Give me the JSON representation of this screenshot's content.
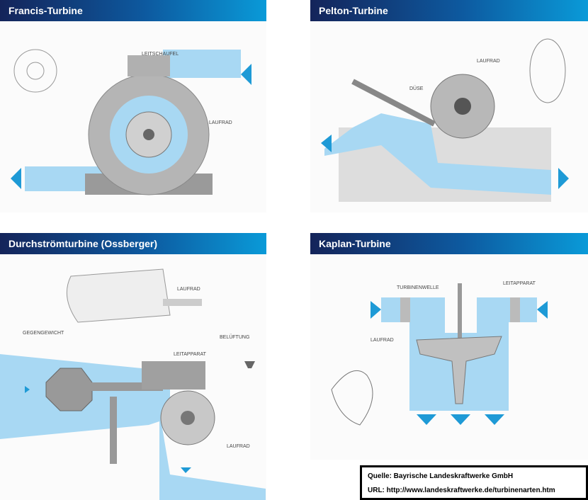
{
  "panels": [
    {
      "title": "Francis-Turbine",
      "labels": [
        "LEITSCHAUFEL",
        "LAUFRAD"
      ]
    },
    {
      "title": "Pelton-Turbine",
      "labels": [
        "LAUFRAD",
        "DÜSE"
      ]
    },
    {
      "title": "Durchströmturbine (Ossberger)",
      "labels": [
        "LAUFRAD",
        "GEGENGEWICHT",
        "LEITAPPARAT",
        "BELÜFTUNG",
        "LAUFRAD"
      ]
    },
    {
      "title": "Kaplan-Turbine",
      "labels": [
        "TURBINENWELLE",
        "LEITAPPARAT",
        "LAUFRAD"
      ]
    }
  ],
  "source": {
    "quelle": "Quelle: Bayrische Landeskraftwerke GmbH",
    "url": "URL: http://www.landeskraftwerke.de/turbinenarten.htm"
  },
  "colors": {
    "water": "#9fd4f2",
    "arrow": "#1e9ad6",
    "metal": "#a8a8a8"
  }
}
